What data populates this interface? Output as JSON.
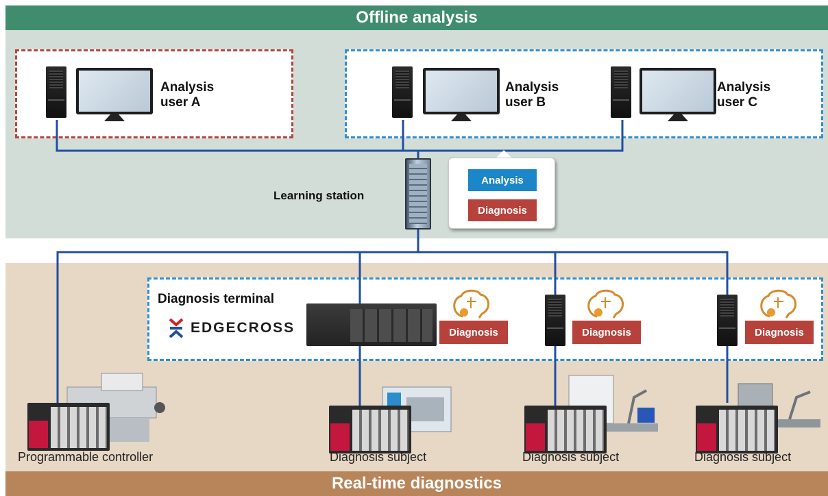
{
  "header": {
    "title": "Offline analysis"
  },
  "footer": {
    "title": "Real-time diagnostics"
  },
  "analysis_users": [
    {
      "label_line1": "Analysis",
      "label_line2": "user A"
    },
    {
      "label_line1": "Analysis",
      "label_line2": "user B"
    },
    {
      "label_line1": "Analysis",
      "label_line2": "user C"
    }
  ],
  "learning_station": {
    "label": "Learning station",
    "callout": {
      "analysis": "Analysis",
      "diagnosis": "Diagnosis"
    }
  },
  "diagnosis_terminal": {
    "title": "Diagnosis terminal",
    "logo_text": "EDGECROSS",
    "tag": "Diagnosis"
  },
  "devices": {
    "controller_caption": "Programmable controller",
    "subject_caption": "Diagnosis subject"
  },
  "colors": {
    "offline_header": "#3f8d6e",
    "realtime_footer": "#b8855a",
    "analysis_tag": "#1b86c8",
    "diagnosis_tag": "#b6423b",
    "network_line": "#1f4fa0",
    "user_a_border": "#b8433c",
    "terminal_border": "#2f8fd0"
  },
  "icons": [
    "pc-tower-icon",
    "monitor-icon",
    "server-rack-icon",
    "ai-brain-gear-icon",
    "edgecross-logo-icon",
    "plc-icon",
    "machine-icon"
  ]
}
